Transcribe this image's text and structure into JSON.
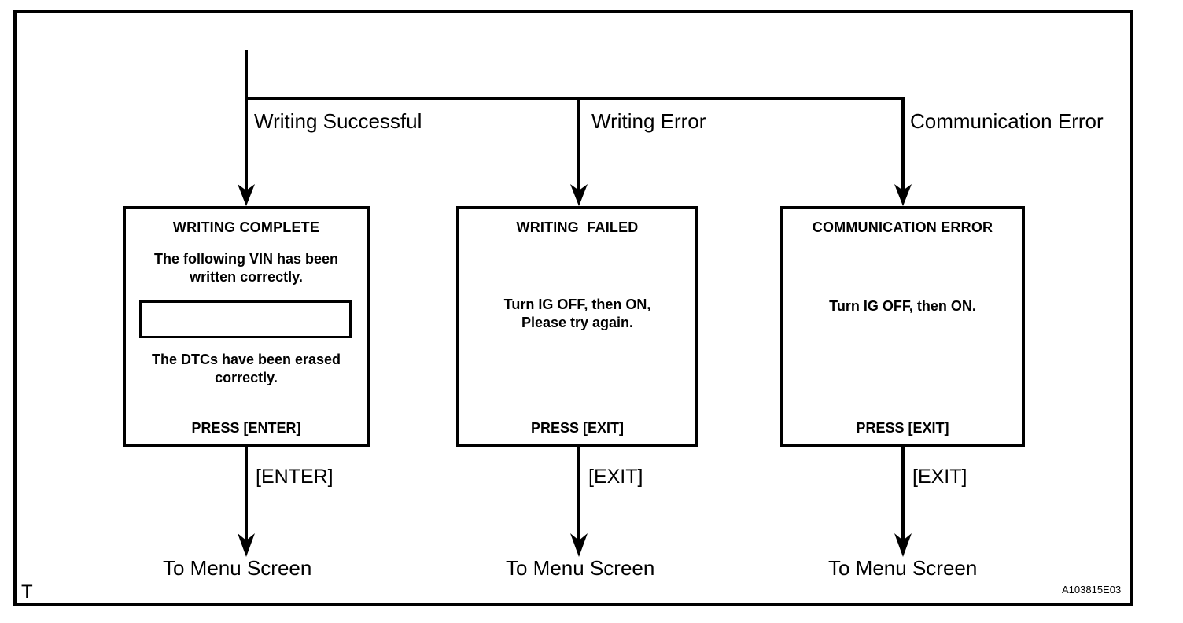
{
  "colors": {
    "ink": "#000000",
    "background": "#ffffff"
  },
  "flowchart": {
    "branches": [
      {
        "condition": "Writing Successful",
        "key_label": "[ENTER]",
        "destination": "To Menu Screen",
        "screen": {
          "title": "WRITING COMPLETE",
          "message_top": [
            "The following VIN has been",
            "written correctly."
          ],
          "vin_field_value": "",
          "message_bottom": [
            "The DTCs have been erased",
            "correctly."
          ],
          "press": "PRESS [ENTER]"
        }
      },
      {
        "condition": "Writing Error",
        "key_label": "[EXIT]",
        "destination": "To Menu Screen",
        "screen": {
          "title": "WRITING  FAILED",
          "message": [
            "Turn IG OFF, then ON,",
            "Please try again."
          ],
          "press": "PRESS [EXIT]"
        }
      },
      {
        "condition": "Communication Error",
        "key_label": "[EXIT]",
        "destination": "To Menu Screen",
        "screen": {
          "title": "COMMUNICATION ERROR",
          "message": [
            "Turn IG OFF, then ON."
          ],
          "press": "PRESS [EXIT]"
        }
      }
    ]
  },
  "footer": {
    "page_marker": "T",
    "figure_id": "A103815E03"
  }
}
